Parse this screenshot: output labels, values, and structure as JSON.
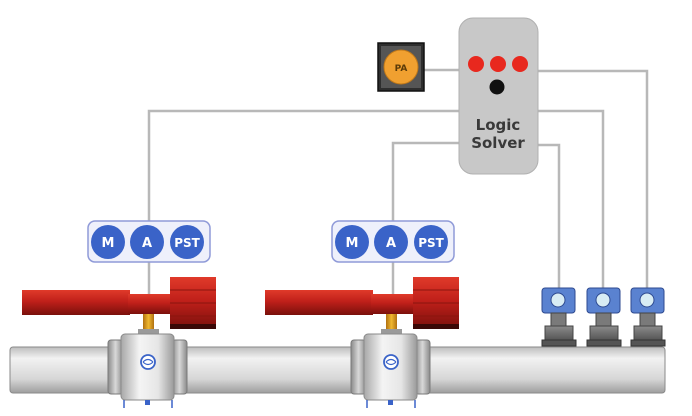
{
  "diagram": {
    "title": "Safety Instrumented System with Partial Stroke Testing",
    "logic_solver": {
      "label_line1": "Logic",
      "label_line2": "Solver",
      "indicator_colors": [
        "#e8281e",
        "#e8281e",
        "#e8281e"
      ],
      "status_dot_color": "#111111",
      "body_color": "#c8c8c8"
    },
    "pa_device": {
      "label": "PA",
      "color": "#f0a030"
    },
    "valve_controls": [
      {
        "buttons": [
          "M",
          "A",
          "PST"
        ]
      },
      {
        "buttons": [
          "M",
          "A",
          "PST"
        ]
      }
    ],
    "valves": [
      {
        "name": "valve-1"
      },
      {
        "name": "valve-2"
      }
    ],
    "transmitters": [
      {
        "name": "transmitter-1"
      },
      {
        "name": "transmitter-2"
      },
      {
        "name": "transmitter-3"
      }
    ],
    "colors": {
      "button_blue": "#3a63c8",
      "actuator_red": "#c0201a",
      "pipe_gray": "#d4d4d4",
      "wire_gray": "#b4b4b4",
      "stem_orange": "#e0a020",
      "transmitter_blue": "#5a82d0"
    }
  }
}
